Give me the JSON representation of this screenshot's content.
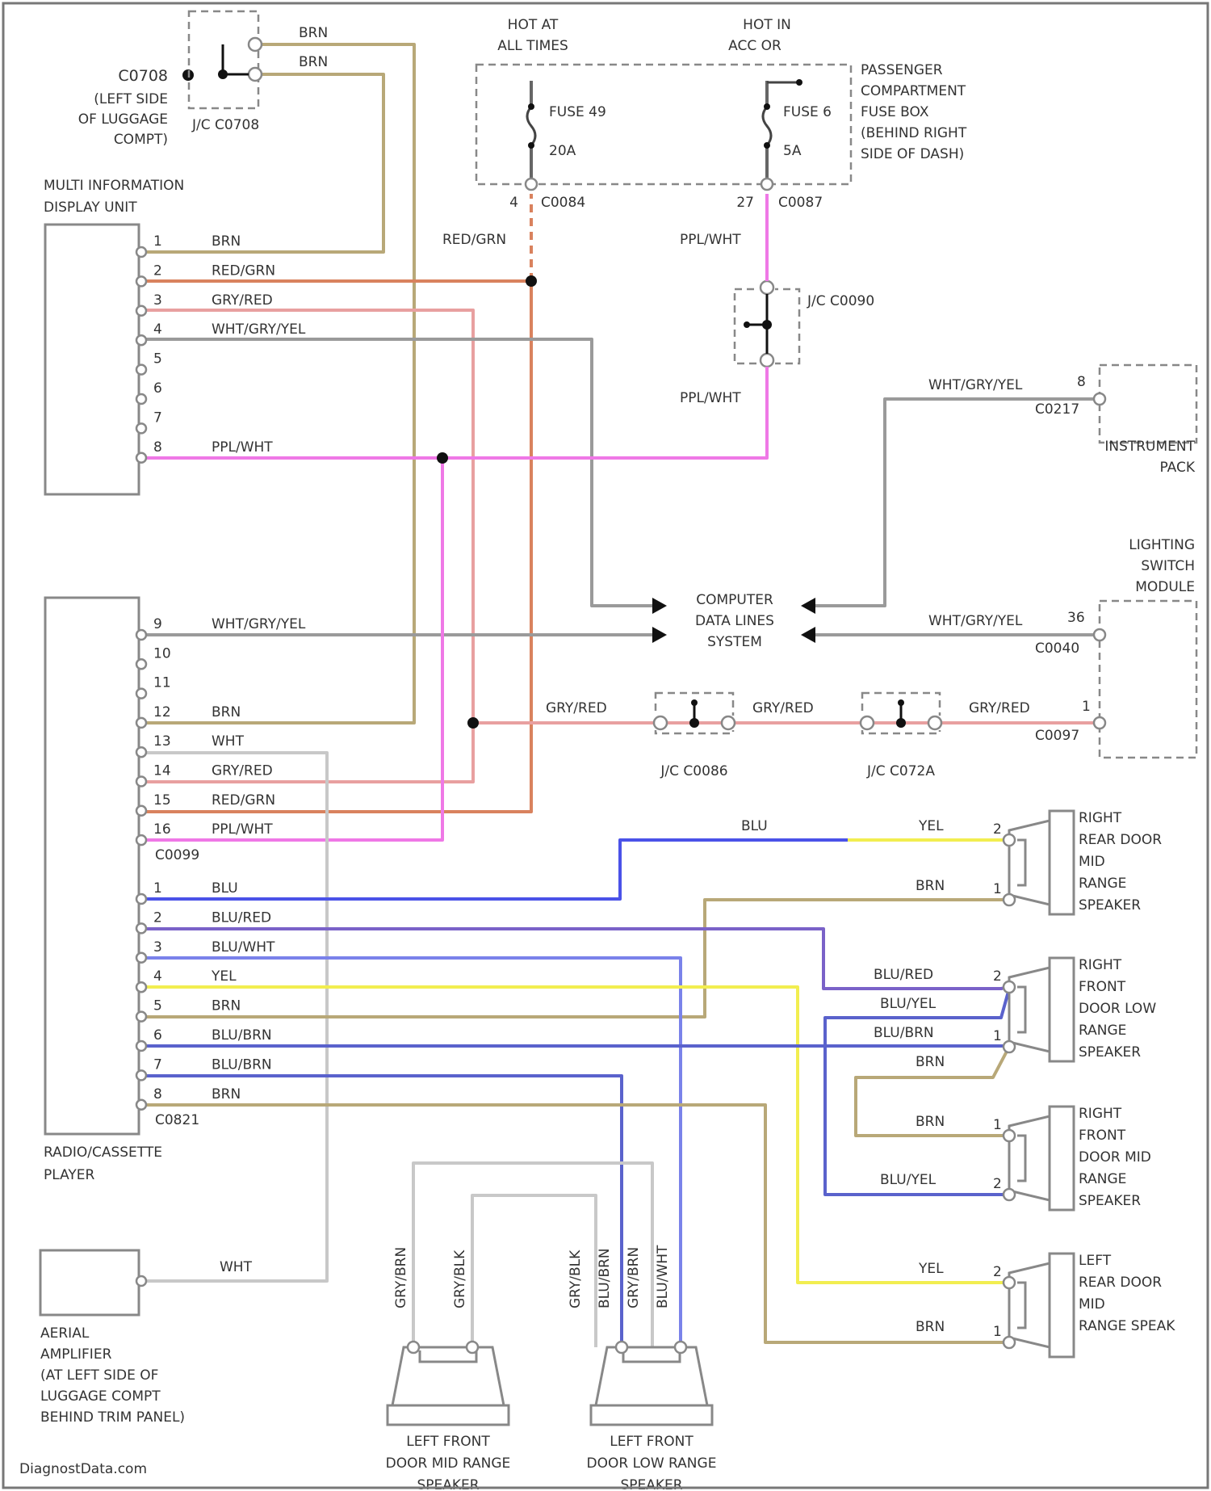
{
  "hot_at_all_times": [
    "HOT AT",
    "ALL TIMES"
  ],
  "hot_in_acc": [
    "HOT IN",
    "ACC OR"
  ],
  "fuse_box_desc": [
    "PASSENGER",
    "COMPARTMENT",
    "FUSE BOX",
    "(BEHIND RIGHT",
    "SIDE OF DASH)"
  ],
  "fuse1": {
    "name": "FUSE 49",
    "rating": "20A"
  },
  "fuse2": {
    "name": "FUSE 6",
    "rating": "5A"
  },
  "c0084": {
    "pin": "4",
    "name": "C0084"
  },
  "c0087": {
    "pin": "27",
    "name": "C0087"
  },
  "c0708": {
    "name": "C0708",
    "desc": [
      "(LEFT SIDE",
      "OF LUGGAGE",
      "COMPT)"
    ],
    "jc": "J/C C0708"
  },
  "jc_c0090": "J/C C0090",
  "jc_c0086": "J/C C0086",
  "jc_c072a": "J/C C072A",
  "mid": {
    "title": [
      "MULTI INFORMATION",
      "DISPLAY UNIT"
    ],
    "pins": [
      {
        "n": "1",
        "wire": "BRN"
      },
      {
        "n": "2",
        "wire": "RED/GRN"
      },
      {
        "n": "3",
        "wire": "GRY/RED"
      },
      {
        "n": "4",
        "wire": "WHT/GRY/YEL"
      },
      {
        "n": "5",
        "wire": ""
      },
      {
        "n": "6",
        "wire": ""
      },
      {
        "n": "7",
        "wire": ""
      },
      {
        "n": "8",
        "wire": "PPL/WHT"
      }
    ]
  },
  "radio": {
    "title": [
      "RADIO/CASSETTE",
      "PLAYER"
    ],
    "upper_pins": [
      {
        "n": "9",
        "wire": "WHT/GRY/YEL"
      },
      {
        "n": "10",
        "wire": ""
      },
      {
        "n": "11",
        "wire": ""
      },
      {
        "n": "12",
        "wire": "BRN"
      },
      {
        "n": "13",
        "wire": "WHT"
      },
      {
        "n": "14",
        "wire": "GRY/RED"
      },
      {
        "n": "15",
        "wire": "RED/GRN"
      },
      {
        "n": "16",
        "wire": "PPL/WHT"
      }
    ],
    "upper_connector": "C0099",
    "lower_pins": [
      {
        "n": "1",
        "wire": "BLU"
      },
      {
        "n": "2",
        "wire": "BLU/RED"
      },
      {
        "n": "3",
        "wire": "BLU/WHT"
      },
      {
        "n": "4",
        "wire": "YEL"
      },
      {
        "n": "5",
        "wire": "BRN"
      },
      {
        "n": "6",
        "wire": "BLU/BRN"
      },
      {
        "n": "7",
        "wire": "BLU/BRN"
      },
      {
        "n": "8",
        "wire": "BRN"
      }
    ],
    "lower_connector": "C0821"
  },
  "data_lines": [
    "COMPUTER",
    "DATA LINES",
    "SYSTEM"
  ],
  "instrument_pack": {
    "title": [
      "INSTRUMENT",
      "PACK"
    ],
    "wire": "WHT/GRY/YEL",
    "pin": "8",
    "connector": "C0217"
  },
  "lighting_module": {
    "title": [
      "LIGHTING",
      "SWITCH",
      "MODULE"
    ],
    "wire": "WHT/GRY/YEL",
    "pin": "36",
    "connector": "C0040",
    "wire2": "GRY/RED",
    "pin2": "1",
    "connector2": "C0097"
  },
  "wire_labels": {
    "brn": "BRN",
    "red_grn": "RED/GRN",
    "ppl_wht": "PPL/WHT",
    "gry_red": "GRY/RED",
    "blu": "BLU",
    "yel": "YEL",
    "blu_red": "BLU/RED",
    "blu_yel": "BLU/YEL",
    "blu_brn": "BLU/BRN",
    "wht": "WHT",
    "gry_brn": "GRY/BRN",
    "gry_blk": "GRY/BLK",
    "blu_wht": "BLU/WHT"
  },
  "speakers": {
    "rr_mid": [
      "RIGHT",
      "REAR DOOR",
      "MID",
      "RANGE",
      "SPEAKER"
    ],
    "rf_low": [
      "RIGHT",
      "FRONT",
      "DOOR LOW",
      "RANGE",
      "SPEAKER"
    ],
    "rf_mid": [
      "RIGHT",
      "FRONT",
      "DOOR MID",
      "RANGE",
      "SPEAKER"
    ],
    "lr_mid": [
      "LEFT",
      "REAR DOOR",
      "MID",
      "RANGE SPEAK"
    ],
    "lf_mid": [
      "LEFT FRONT",
      "DOOR MID RANGE",
      "SPEAKER"
    ],
    "lf_low": [
      "LEFT FRONT",
      "DOOR LOW RANGE",
      "SPEAKER"
    ]
  },
  "aerial": [
    "AERIAL",
    "AMPLIFIER",
    "(AT LEFT SIDE OF",
    "LUGGAGE COMPT",
    "BEHIND TRIM PANEL)"
  ],
  "watermark": "DiagnostData.com",
  "colors": {
    "brn": "#b8a878",
    "red_grn": "#d9825e",
    "gry_red": "#e8a0a0",
    "wht_gry_yel": "#9a9a9a",
    "ppl_wht": "#ef78e6",
    "blu": "#4a52e8",
    "blu_red": "#7a62c8",
    "blu_wht": "#7a82ea",
    "yel": "#f2ee50",
    "blu_brn": "#5a62cc",
    "wht": "#c8c8c8"
  }
}
